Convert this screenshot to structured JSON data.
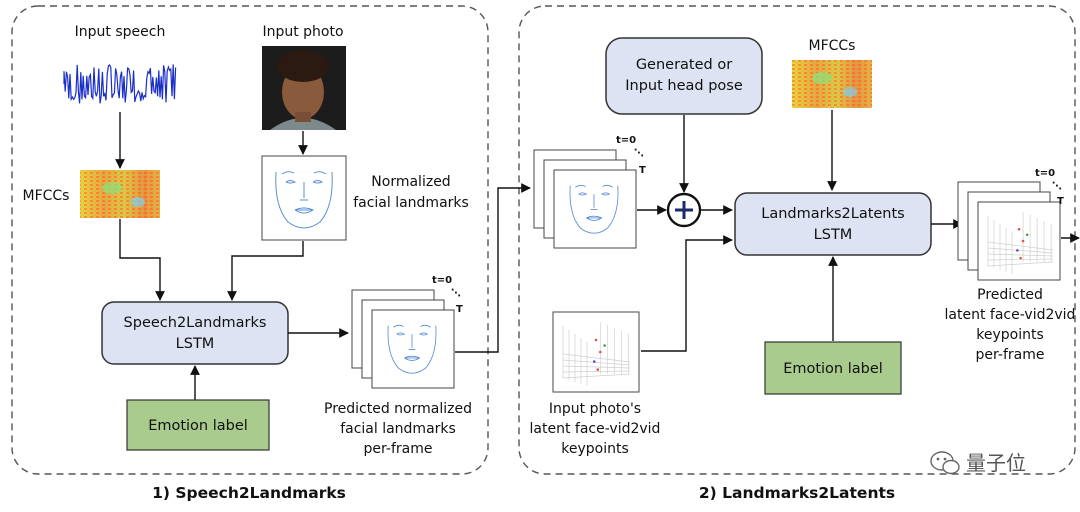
{
  "panel1": {
    "caption": "1) Speech2Landmarks",
    "input_speech": "Input speech",
    "input_photo": "Input photo",
    "mfccs": "MFCCs",
    "normalized": [
      "Normalized",
      "facial landmarks"
    ],
    "lstm": [
      "Speech2Landmarks",
      "LSTM"
    ],
    "emotion": "Emotion label",
    "predicted": [
      "Predicted normalized",
      "facial landmarks",
      "per-frame"
    ],
    "t0": "t=0",
    "T": "T"
  },
  "panel2": {
    "caption": "2) Landmarks2Latents",
    "head_pose": [
      "Generated or",
      "Input head pose"
    ],
    "mfccs": "MFCCs",
    "lstm": [
      "Landmarks2Latents",
      "LSTM"
    ],
    "emotion": "Emotion label",
    "photo_kp": [
      "Input photo's",
      "latent face-vid2vid",
      "keypoints"
    ],
    "predicted": [
      "Predicted",
      "latent face-vid2vid",
      "keypoints",
      "per-frame"
    ],
    "t0a": "t=0",
    "Ta": "T",
    "t0b": "t=0",
    "Tb": "T"
  },
  "watermark": "量子位",
  "colors": {
    "lstm_fill": "#dde3f2",
    "emotion_fill": "#a9cc8e",
    "border": "#333333"
  }
}
